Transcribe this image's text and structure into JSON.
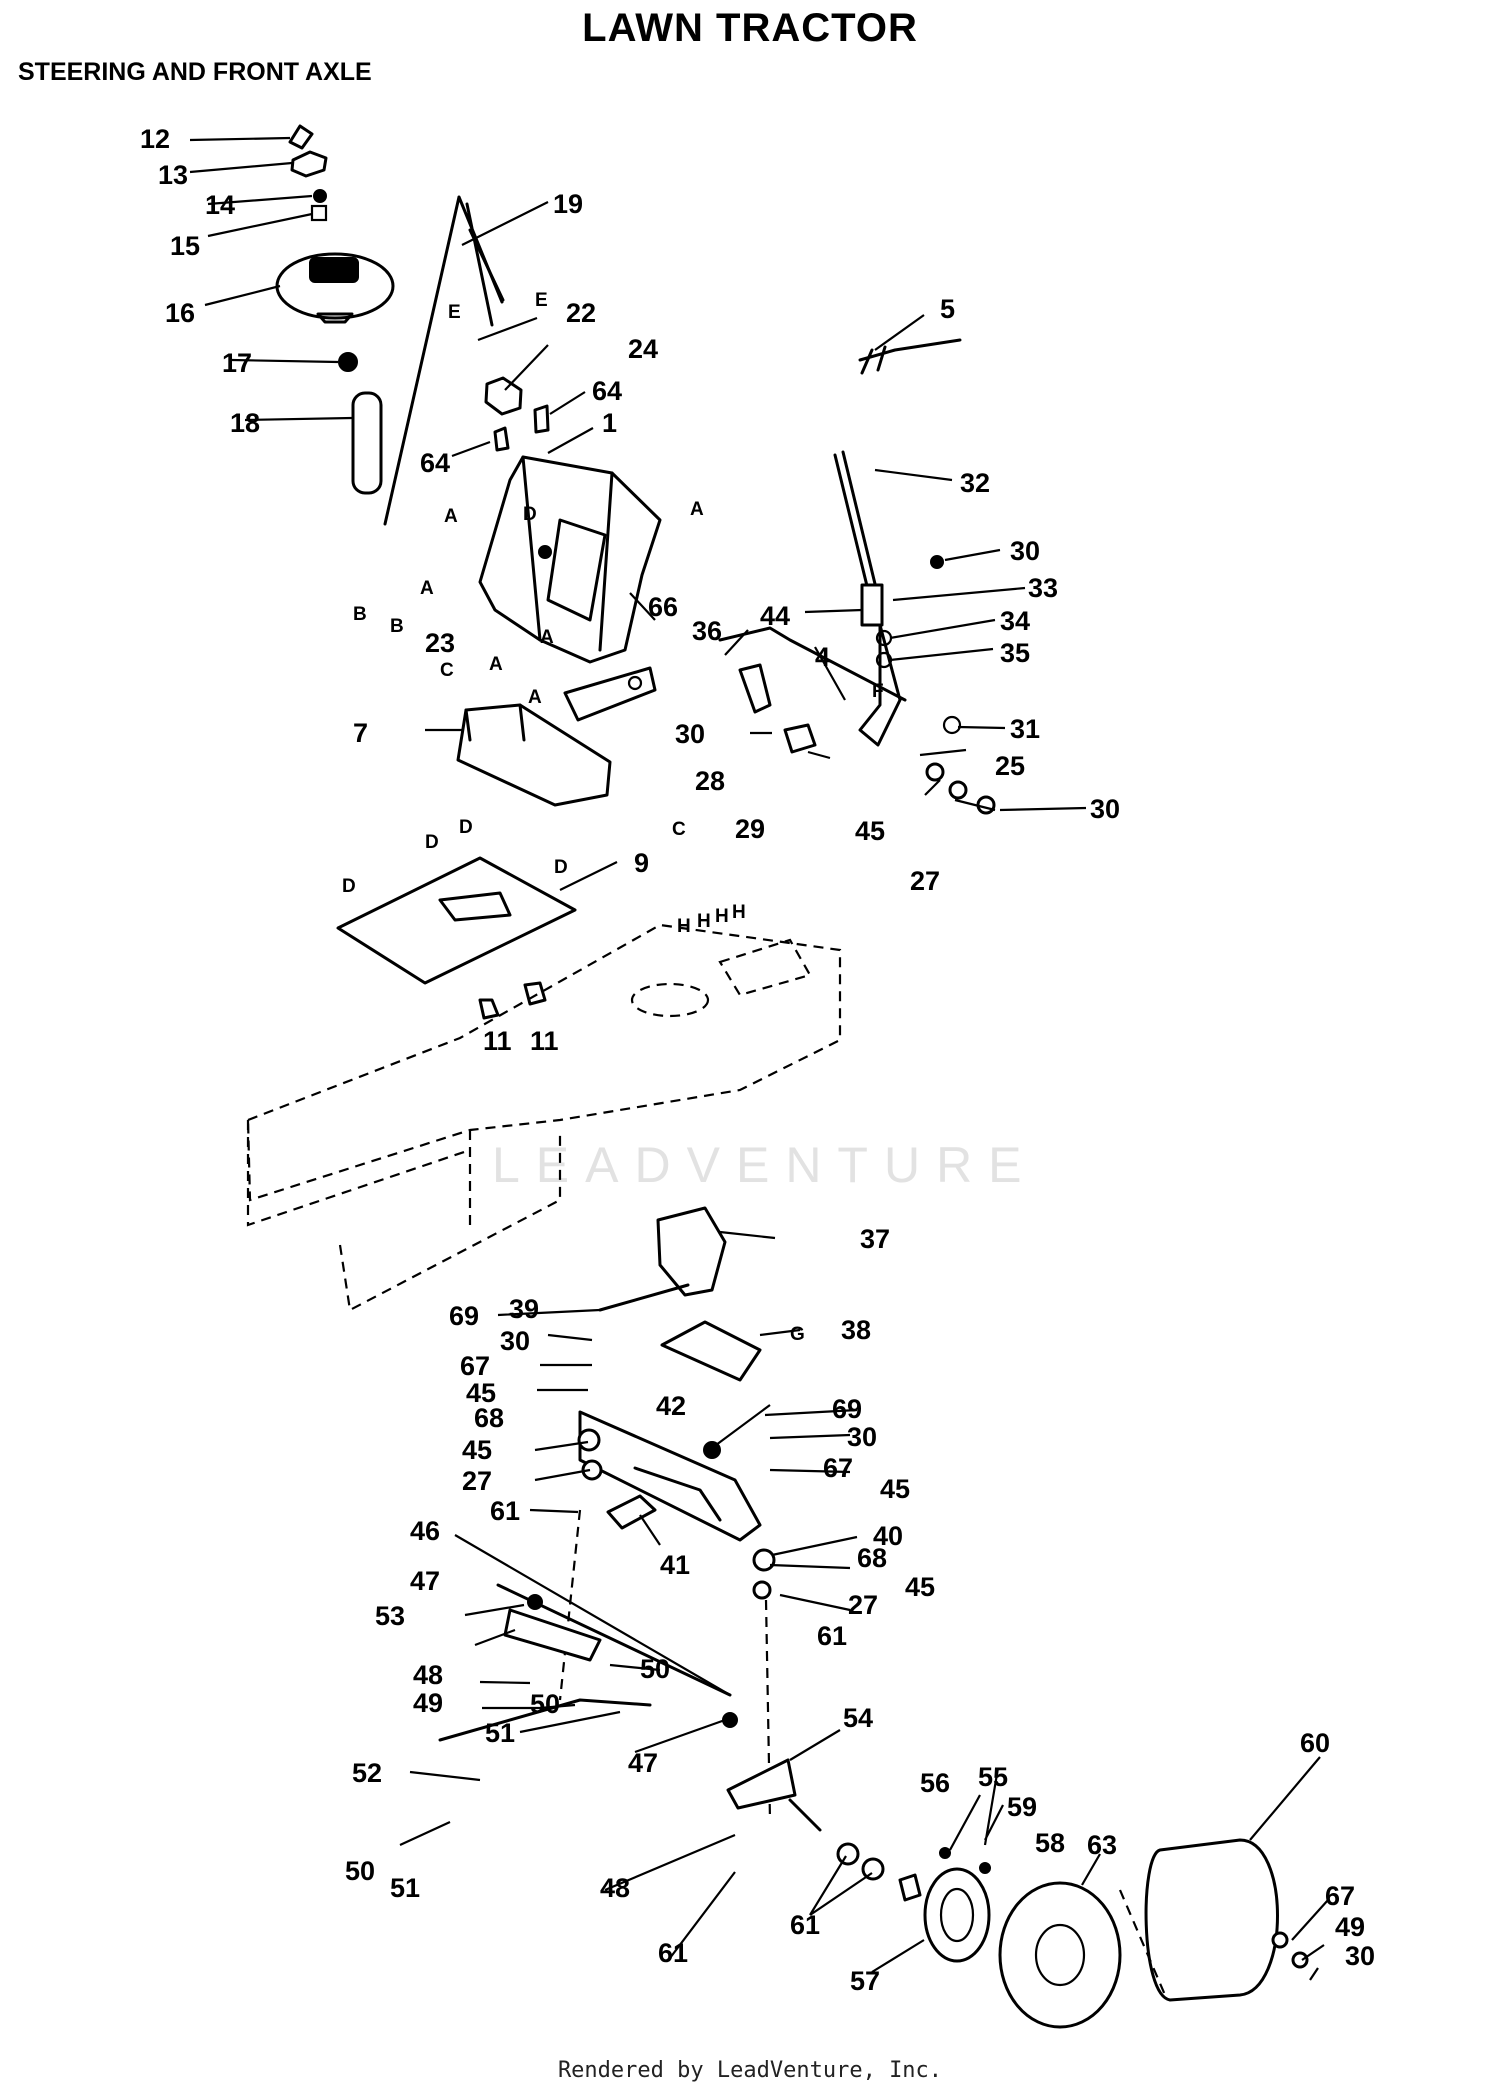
{
  "title": "LAWN TRACTOR",
  "subtitle": "STEERING AND FRONT AXLE",
  "footer": "Rendered by LeadVenture, Inc.",
  "watermark": "LEADVENTURE",
  "callouts": [
    {
      "id": "c12",
      "label": "12"
    },
    {
      "id": "c13",
      "label": "13"
    },
    {
      "id": "c14",
      "label": "14"
    },
    {
      "id": "c15",
      "label": "15"
    },
    {
      "id": "c16",
      "label": "16"
    },
    {
      "id": "c17",
      "label": "17"
    },
    {
      "id": "c18",
      "label": "18"
    },
    {
      "id": "c19",
      "label": "19"
    },
    {
      "id": "c22",
      "label": "22"
    },
    {
      "id": "c24",
      "label": "24"
    },
    {
      "id": "c64a",
      "label": "64"
    },
    {
      "id": "c64b",
      "label": "64"
    },
    {
      "id": "c1",
      "label": "1"
    },
    {
      "id": "c5",
      "label": "5"
    },
    {
      "id": "c32",
      "label": "32"
    },
    {
      "id": "c30a",
      "label": "30"
    },
    {
      "id": "c33",
      "label": "33"
    },
    {
      "id": "c44",
      "label": "44"
    },
    {
      "id": "c34",
      "label": "34"
    },
    {
      "id": "c35",
      "label": "35"
    },
    {
      "id": "c23",
      "label": "23"
    },
    {
      "id": "c66",
      "label": "66"
    },
    {
      "id": "c36",
      "label": "36"
    },
    {
      "id": "c4",
      "label": "4"
    },
    {
      "id": "c30b",
      "label": "30"
    },
    {
      "id": "c31",
      "label": "31"
    },
    {
      "id": "c25",
      "label": "25"
    },
    {
      "id": "c28",
      "label": "28"
    },
    {
      "id": "c29",
      "label": "29"
    },
    {
      "id": "c45a",
      "label": "45"
    },
    {
      "id": "c30c",
      "label": "30"
    },
    {
      "id": "c27a",
      "label": "27"
    },
    {
      "id": "c7",
      "label": "7"
    },
    {
      "id": "c9",
      "label": "9"
    },
    {
      "id": "c11a",
      "label": "11"
    },
    {
      "id": "c11b",
      "label": "11"
    },
    {
      "id": "c37",
      "label": "37"
    },
    {
      "id": "c39",
      "label": "39"
    },
    {
      "id": "c69a",
      "label": "69"
    },
    {
      "id": "c30d",
      "label": "30"
    },
    {
      "id": "c38",
      "label": "38"
    },
    {
      "id": "c67a",
      "label": "67"
    },
    {
      "id": "c45b",
      "label": "45"
    },
    {
      "id": "c42",
      "label": "42"
    },
    {
      "id": "c69b",
      "label": "69"
    },
    {
      "id": "c68a",
      "label": "68"
    },
    {
      "id": "c30e",
      "label": "30"
    },
    {
      "id": "c45c",
      "label": "45"
    },
    {
      "id": "c67b",
      "label": "67"
    },
    {
      "id": "c27b",
      "label": "27"
    },
    {
      "id": "c45d",
      "label": "45"
    },
    {
      "id": "c61a",
      "label": "61"
    },
    {
      "id": "c40",
      "label": "40"
    },
    {
      "id": "c41",
      "label": "41"
    },
    {
      "id": "c68b",
      "label": "68"
    },
    {
      "id": "c45e",
      "label": "45"
    },
    {
      "id": "c46",
      "label": "46"
    },
    {
      "id": "c27c",
      "label": "27"
    },
    {
      "id": "c47a",
      "label": "47"
    },
    {
      "id": "c61b",
      "label": "61"
    },
    {
      "id": "c53",
      "label": "53"
    },
    {
      "id": "c50a",
      "label": "50"
    },
    {
      "id": "c48a",
      "label": "48"
    },
    {
      "id": "c49a",
      "label": "49"
    },
    {
      "id": "c50b",
      "label": "50"
    },
    {
      "id": "c51a",
      "label": "51"
    },
    {
      "id": "c54",
      "label": "54"
    },
    {
      "id": "c52",
      "label": "52"
    },
    {
      "id": "c47b",
      "label": "47"
    },
    {
      "id": "c56",
      "label": "56"
    },
    {
      "id": "c55",
      "label": "55"
    },
    {
      "id": "c60",
      "label": "60"
    },
    {
      "id": "c59",
      "label": "59"
    },
    {
      "id": "c58",
      "label": "58"
    },
    {
      "id": "c63",
      "label": "63"
    },
    {
      "id": "c50c",
      "label": "50"
    },
    {
      "id": "c51b",
      "label": "51"
    },
    {
      "id": "c48b",
      "label": "48"
    },
    {
      "id": "c67c",
      "label": "67"
    },
    {
      "id": "c61c",
      "label": "61"
    },
    {
      "id": "c49b",
      "label": "49"
    },
    {
      "id": "c61d",
      "label": "61"
    },
    {
      "id": "c30f",
      "label": "30"
    },
    {
      "id": "c57",
      "label": "57"
    }
  ],
  "alignment_letters": [
    {
      "id": "lE1",
      "label": "E"
    },
    {
      "id": "lE2",
      "label": "E"
    },
    {
      "id": "lA1",
      "label": "A"
    },
    {
      "id": "lA2",
      "label": "A"
    },
    {
      "id": "lD1",
      "label": "D"
    },
    {
      "id": "lA3",
      "label": "A"
    },
    {
      "id": "lB1",
      "label": "B"
    },
    {
      "id": "lB2",
      "label": "B"
    },
    {
      "id": "lA4",
      "label": "A"
    },
    {
      "id": "lC1",
      "label": "C"
    },
    {
      "id": "lA5",
      "label": "A"
    },
    {
      "id": "lA6",
      "label": "A"
    },
    {
      "id": "lC2",
      "label": "C"
    },
    {
      "id": "lF",
      "label": "F"
    },
    {
      "id": "lD2",
      "label": "D"
    },
    {
      "id": "lD3",
      "label": "D"
    },
    {
      "id": "lD4",
      "label": "D"
    },
    {
      "id": "lD5",
      "label": "D"
    },
    {
      "id": "lH1",
      "label": "H"
    },
    {
      "id": "lH2",
      "label": "H"
    },
    {
      "id": "lH3",
      "label": "H"
    },
    {
      "id": "lH4",
      "label": "H"
    },
    {
      "id": "lG",
      "label": "G"
    }
  ]
}
